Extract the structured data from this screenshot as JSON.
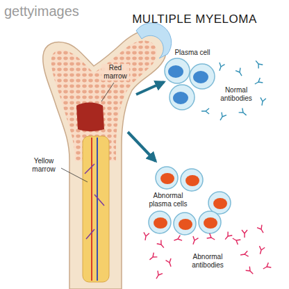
{
  "diagram": {
    "title": "MULTIPLE MYELOMA",
    "labels": [
      "gettyimages",
      "Red marrow",
      "Yellow marrow",
      "Plasma cell",
      "Normal antibodies",
      "Abnormal plasma cells",
      "Abnormal antibodies"
    ]
  }
}
